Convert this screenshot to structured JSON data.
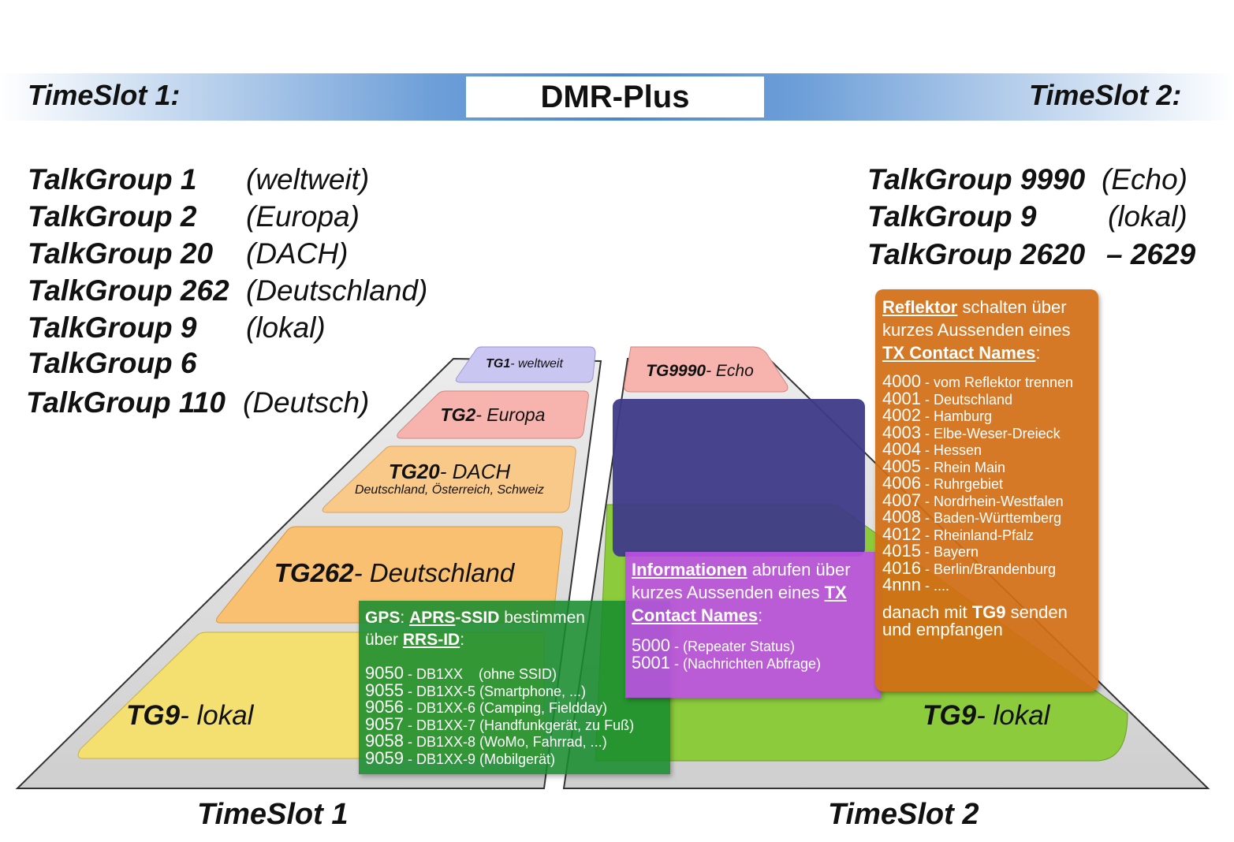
{
  "header": {
    "left": "TimeSlot 1:",
    "title": "DMR-Plus",
    "right": "TimeSlot 2:"
  },
  "left_groups": [
    {
      "name": "TalkGroup 1",
      "desc": "(weltweit)"
    },
    {
      "name": "TalkGroup 2",
      "desc": "(Europa)"
    },
    {
      "name": "TalkGroup 20",
      "desc": "(DACH)"
    },
    {
      "name": "TalkGroup 262",
      "desc": "(Deutschland)"
    },
    {
      "name": "TalkGroup 9",
      "desc": "(lokal)"
    },
    {
      "name": "TalkGroup 6",
      "desc": ""
    },
    {
      "name": "TalkGroup 110",
      "desc": "(Deutsch)"
    }
  ],
  "right_groups": [
    {
      "name": "TalkGroup 9990",
      "desc": "(Echo)"
    },
    {
      "name": "TalkGroup 9",
      "desc": "(lokal)"
    },
    {
      "name": "TalkGroup 2620",
      "desc": "– 2629"
    }
  ],
  "pyramid_left": {
    "tg1": {
      "id": "TG1",
      "label": " - weltweit"
    },
    "tg2": {
      "id": "TG2",
      "label": " - Europa"
    },
    "tg20": {
      "id": "TG20",
      "label": " - DACH",
      "sub": "Deutschland, Österreich, Schweiz"
    },
    "tg262": {
      "id": "TG262",
      "label": " - Deutschland"
    },
    "tg9": {
      "id": "TG9",
      "label": " - lokal"
    }
  },
  "pyramid_right": {
    "tg9990": {
      "id": "TG9990",
      "label": " - Echo"
    },
    "tg9": {
      "id": "TG9",
      "label": " - lokal"
    }
  },
  "gps_box": {
    "l1a": "GPS",
    "l1b": ": ",
    "l1c": "APRS",
    "l1d": "-SSID",
    "l1e": " bestimmen",
    "l2a": "über ",
    "l2b": "RRS-ID",
    "l2c": ":",
    "items": [
      {
        "num": "9050",
        "text": " - DB1XX    (ohne SSID)"
      },
      {
        "num": "9055",
        "text": " - DB1XX-5 (Smartphone, ...)"
      },
      {
        "num": "9056",
        "text": " - DB1XX-6 (Camping, Fieldday)"
      },
      {
        "num": "9057",
        "text": " - DB1XX-7 (Handfunkgerät, zu Fuß)"
      },
      {
        "num": "9058",
        "text": " - DB1XX-8 (WoMo, Fahrrad, ...)"
      },
      {
        "num": "9059",
        "text": " - DB1XX-9 (Mobilgerät)"
      }
    ]
  },
  "info_box": {
    "l1a": "Informationen",
    "l1b": " abrufen über",
    "l2a": "kurzes Aussenden eines ",
    "l2b": "TX",
    "l3a": "Contact Names",
    "l3b": ":",
    "items": [
      {
        "num": "5000",
        "text": " - (Repeater Status)"
      },
      {
        "num": "5001",
        "text": " - (Nachrichten Abfrage)"
      }
    ]
  },
  "reflector_box": {
    "l1a": "Reflektor",
    "l1b": " schalten über",
    "l2": "kurzes Aussenden eines",
    "l3a": "TX Contact Names",
    "l3b": ":",
    "items": [
      {
        "num": "4000",
        "text": " - vom Reflektor trennen"
      },
      {
        "num": "4001",
        "text": " - Deutschland"
      },
      {
        "num": "4002",
        "text": " - Hamburg"
      },
      {
        "num": "4003",
        "text": " - Elbe-Weser-Dreieck"
      },
      {
        "num": "4004",
        "text": " - Hessen"
      },
      {
        "num": "4005",
        "text": " - Rhein Main"
      },
      {
        "num": "4006",
        "text": " - Ruhrgebiet"
      },
      {
        "num": "4007",
        "text": " - Nordrhein-Westfalen"
      },
      {
        "num": "4008",
        "text": " - Baden-Württemberg"
      },
      {
        "num": "4012",
        "text": " - Rheinland-Pfalz"
      },
      {
        "num": "4015",
        "text": " - Bayern"
      },
      {
        "num": "4016",
        "text": " - Berlin/Brandenburg"
      },
      {
        "num": "4nnn",
        "text": " - ...."
      }
    ],
    "f1a": "danach mit ",
    "f1b": "TG9",
    "f1c": " senden",
    "f2": "und empfangen"
  },
  "footer": {
    "left": "TimeSlot 1",
    "right": "TimeSlot 2"
  },
  "colors": {
    "header_blue": "#4a86d0",
    "tg1": "#c9c6f2",
    "tg2": "#f7b3ae",
    "tg20": "#f9c98a",
    "tg262": "#f8c070",
    "tg9_left": "#f4e070",
    "tg9_right": "#8ccc3c",
    "dark_blue": "#3e3a88",
    "green_box": "#188c2e",
    "purple_box": "#be50e6",
    "orange_box": "#d26e14"
  }
}
